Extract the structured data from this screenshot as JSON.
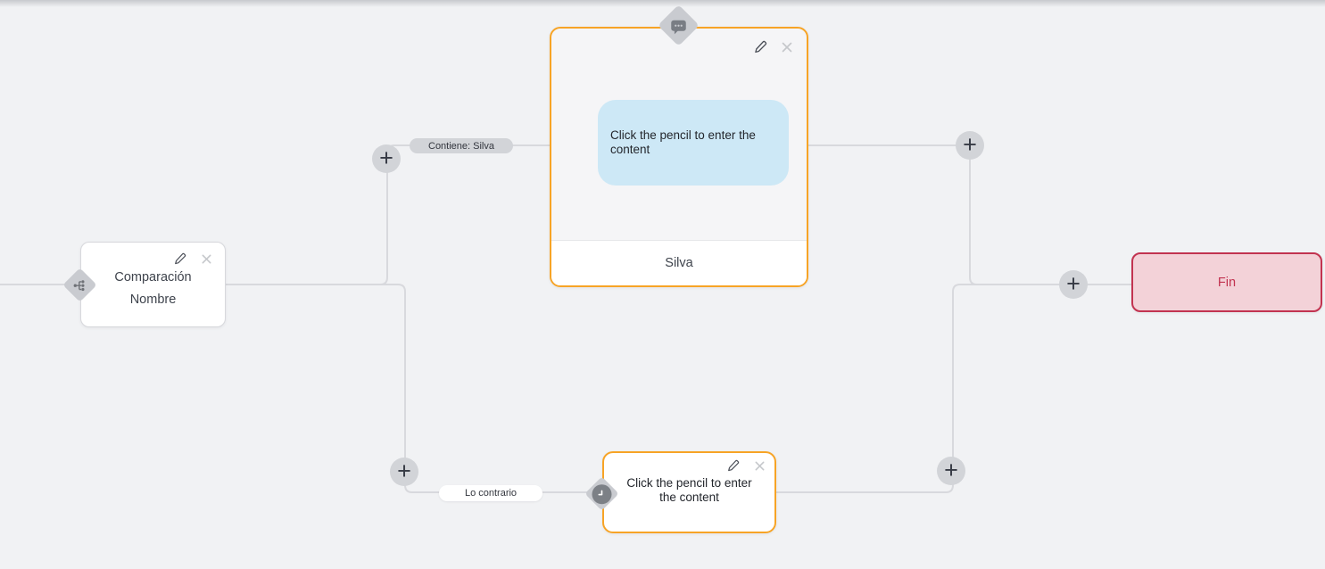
{
  "canvas": {
    "background": "#f1f2f4",
    "wire_color": "#d8d9dd",
    "plus_glyph": "+"
  },
  "nodes": {
    "condition": {
      "title_line1": "Comparación",
      "title_line2": "Nombre",
      "type_icon": "branch-icon"
    },
    "message": {
      "bubble_text": "Click the pencil to enter the content",
      "footer_text": "Silva",
      "type_icon": "chat-bubble-icon",
      "accent_color": "#f7a426",
      "bubble_color": "#cde8f6"
    },
    "wait": {
      "body_text": "Click the pencil to enter the content",
      "type_icon": "clock-icon",
      "accent_color": "#f7a426"
    },
    "end": {
      "label": "Fin",
      "border_color": "#c23350",
      "background": "#f3d2d8"
    }
  },
  "edges": {
    "contains_label": "Contiene: Silva",
    "otherwise_label": "Lo contrario"
  }
}
